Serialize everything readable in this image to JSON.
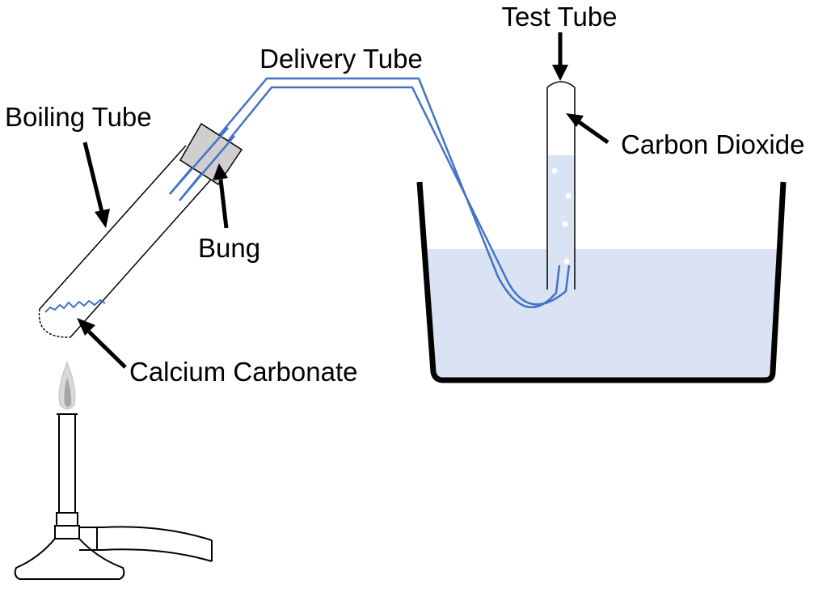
{
  "labels": {
    "test_tube": "Test Tube",
    "delivery_tube": "Delivery Tube",
    "boiling_tube": "Boiling Tube",
    "carbon_dioxide": "Carbon Dioxide",
    "bung": "Bung",
    "calcium_carbonate": "Calcium Carbonate"
  },
  "colors": {
    "water": "#dae3f3",
    "tube_blue": "#4472c4",
    "bung": "#d0cece",
    "line": "#000000"
  }
}
